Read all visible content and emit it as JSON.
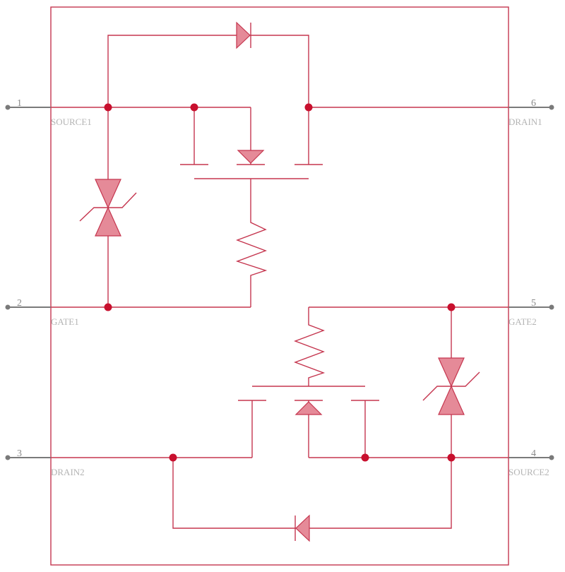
{
  "colors": {
    "wire": "#c5364f",
    "symbol_fill": "#e58a98",
    "junction": "#c8102e",
    "pin": "#7a7a7a",
    "pin_name": "#b4b4b4"
  },
  "pins": {
    "p1": {
      "number": "1",
      "name": "SOURCE1"
    },
    "p2": {
      "number": "2",
      "name": "GATE1"
    },
    "p3": {
      "number": "3",
      "name": "DRAIN2"
    },
    "p4": {
      "number": "4",
      "name": "SOURCE2"
    },
    "p5": {
      "number": "5",
      "name": "GATE2"
    },
    "p6": {
      "number": "6",
      "name": "DRAIN1"
    }
  }
}
